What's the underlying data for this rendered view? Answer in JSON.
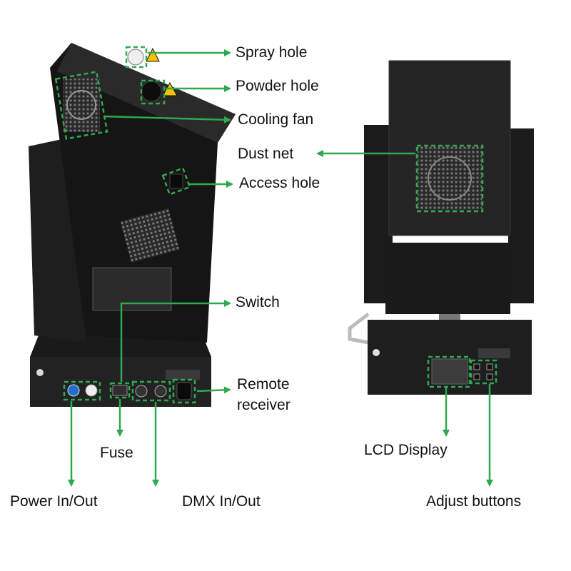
{
  "labels": {
    "spray_hole": "Spray hole",
    "powder_hole": "Powder hole",
    "cooling_fan": "Cooling fan",
    "dust_net": "Dust net",
    "access_hole": "Access hole",
    "switch": "Switch",
    "remote_receiver_line1": "Remote",
    "remote_receiver_line2": "receiver",
    "fuse": "Fuse",
    "power_in_out": "Power In/Out",
    "dmx_in_out": "DMX In/Out",
    "lcd_display": "LCD Display",
    "adjust_buttons": "Adjust buttons"
  },
  "colors": {
    "callout": "#2fa84f",
    "device_body": "#1c1c1c",
    "background": "#ffffff"
  }
}
